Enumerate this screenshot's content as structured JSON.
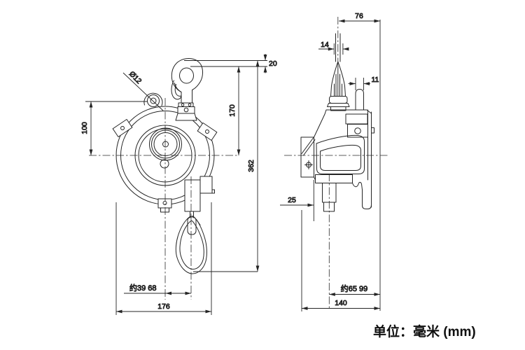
{
  "drawing": {
    "units_note": "单位：毫米 (mm)",
    "front_view": {
      "dims": {
        "hook_gap": "20",
        "hook_to_center": "170",
        "overall_height": "362",
        "eyelet_to_center": "100",
        "eyelet_diameter": "Ø12",
        "center_to_cable": "约39 68",
        "overall_width": "176"
      }
    },
    "side_view": {
      "dims": {
        "top_width": "76",
        "wire_width": "14",
        "guide_width": "11",
        "face_to_cable": "25",
        "cable_to_back": "约65 99",
        "overall_depth": "140"
      }
    }
  }
}
